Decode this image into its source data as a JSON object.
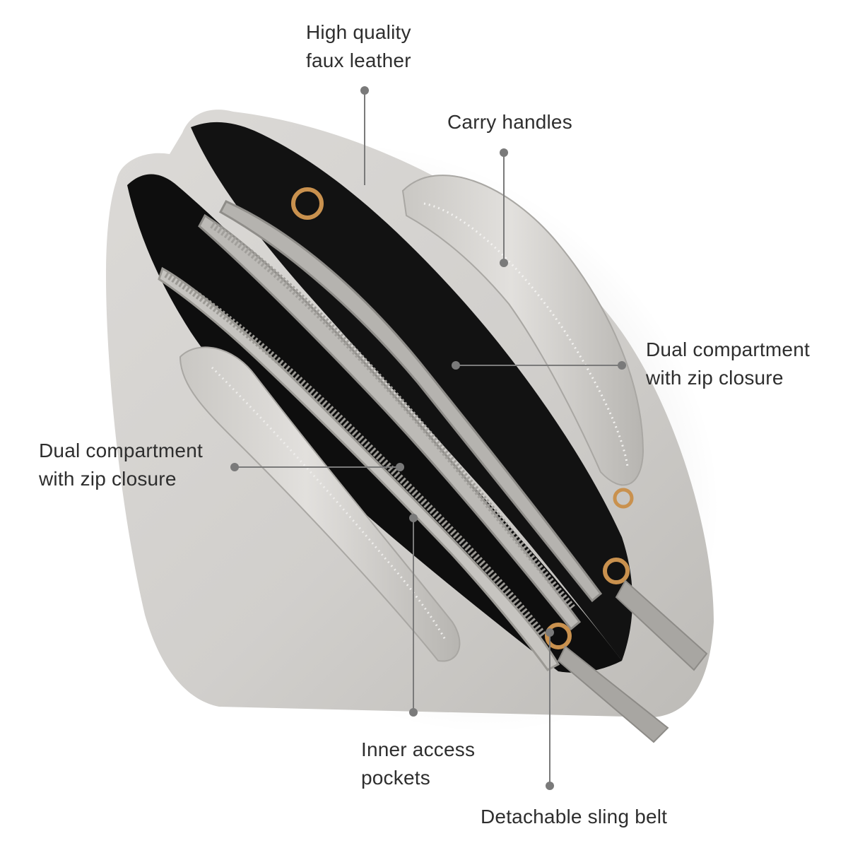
{
  "callouts": {
    "leather": {
      "line1": "High quality",
      "line2": "faux leather"
    },
    "handles": {
      "line1": "Carry handles"
    },
    "dual_right": {
      "line1": "Dual compartment",
      "line2": "with zip closure"
    },
    "dual_left": {
      "line1": "Dual compartment",
      "line2": "with zip closure"
    },
    "pockets": {
      "line1": "Inner access",
      "line2": "pockets"
    },
    "sling": {
      "line1": "Detachable sling belt"
    }
  },
  "colors": {
    "leather": "#d3d1ce",
    "leather_shade": "#b9b7b3",
    "lining": "#0e0e0e",
    "zipper": "#9b9994",
    "hardware": "#c9914e",
    "leader": "#7a7a7a",
    "text": "#2e2e2e"
  }
}
